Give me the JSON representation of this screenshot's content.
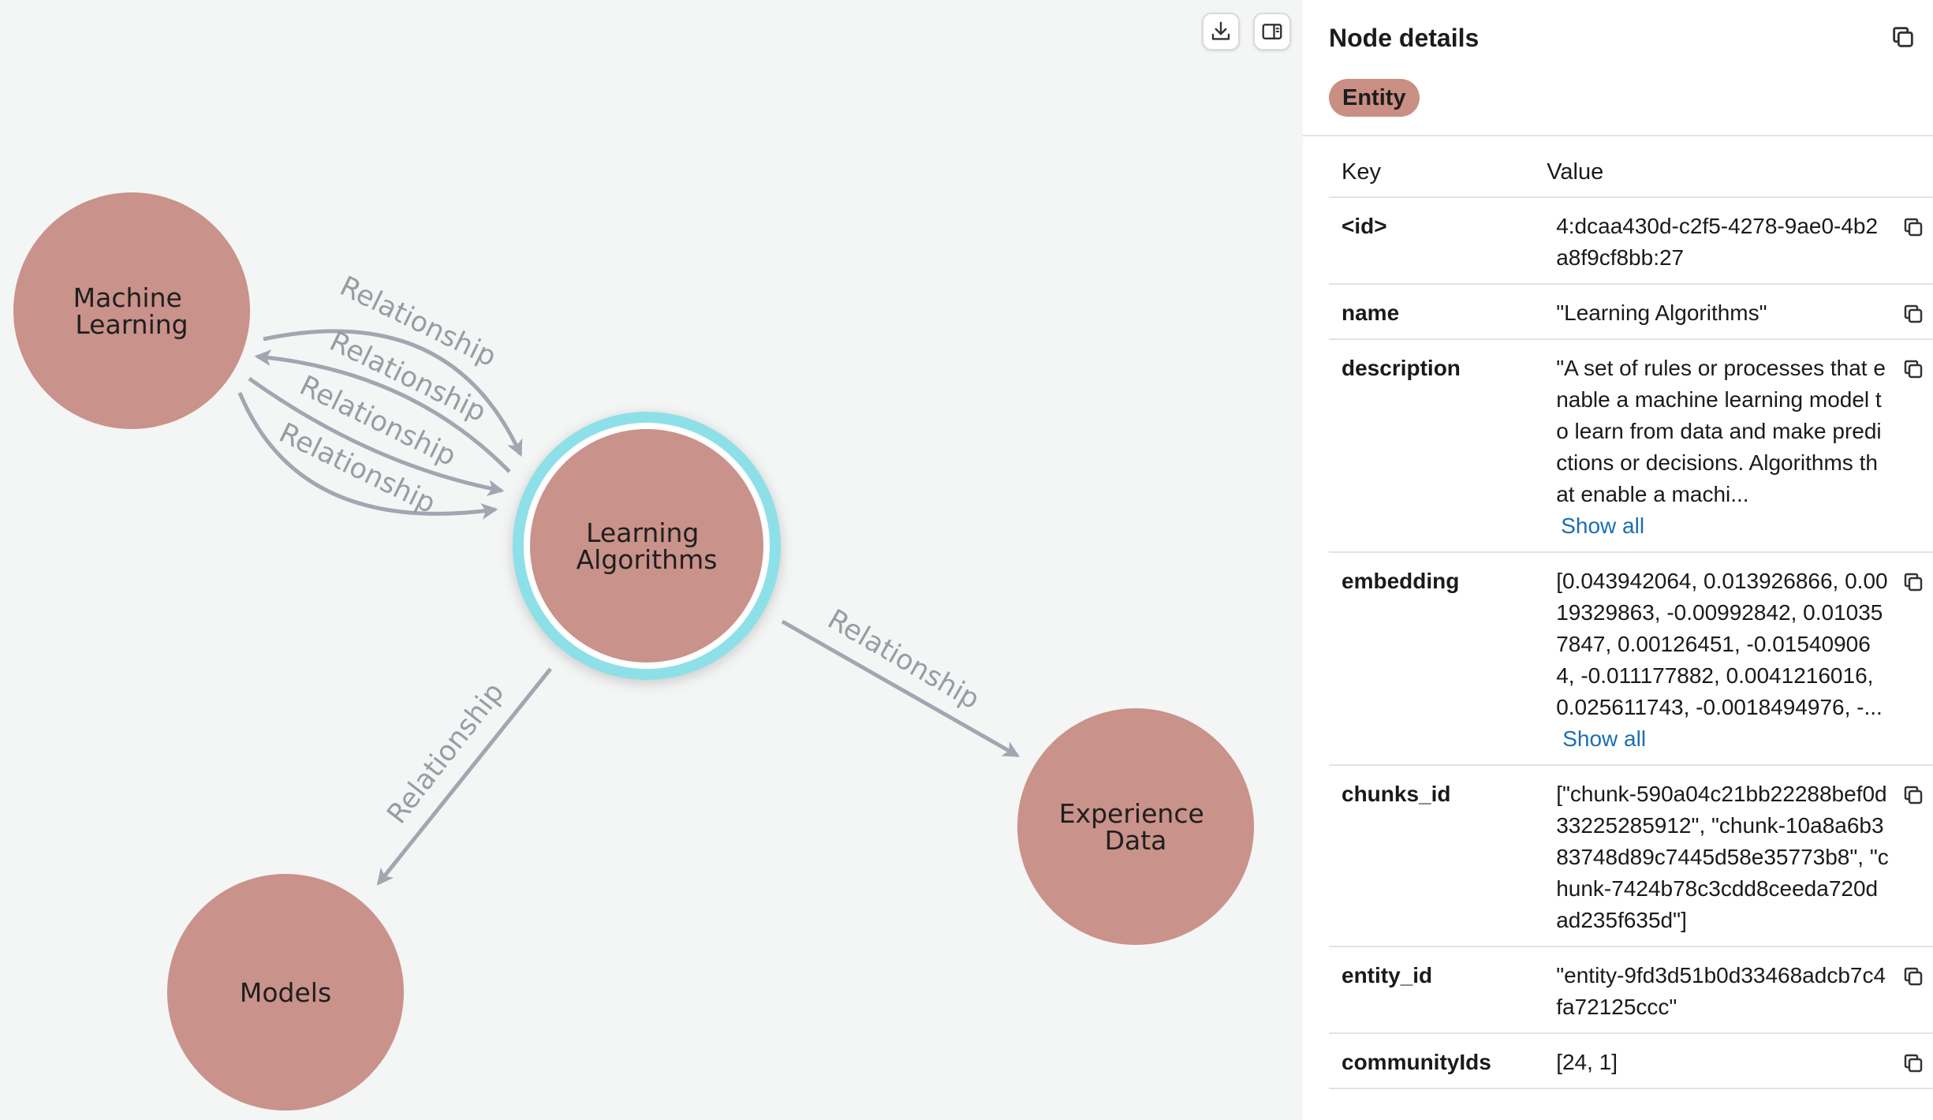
{
  "graph": {
    "nodes": [
      {
        "id": "ml",
        "lines": [
          "Machine",
          "Learning"
        ],
        "color": "#c9928a",
        "selected": false
      },
      {
        "id": "la",
        "lines": [
          "Learning",
          "Algorithms"
        ],
        "color": "#c9928a",
        "selected": true
      },
      {
        "id": "models",
        "lines": [
          "Models"
        ],
        "color": "#c9928a",
        "selected": false
      },
      {
        "id": "exp",
        "lines": [
          "Experience",
          "Data"
        ],
        "color": "#c9928a",
        "selected": false
      }
    ],
    "edge_label": "Relationship",
    "selection_ring_color": "#8ee0e8",
    "edge_color": "#a3a6b0"
  },
  "toolbar": {
    "download_icon": "download-icon",
    "panel_toggle_icon": "sidebar-toggle-icon"
  },
  "panel": {
    "title": "Node details",
    "badge": "Entity",
    "badge_color": "#c98f84",
    "columns": {
      "key": "Key",
      "value": "Value"
    },
    "show_all_label": "Show all",
    "rows": [
      {
        "key": "<id>",
        "value": "4:dcaa430d-c2f5-4278-9ae0-4b2a8f9cf8bb:27",
        "truncated": false
      },
      {
        "key": "name",
        "value": "\"Learning Algorithms\"",
        "truncated": false
      },
      {
        "key": "description",
        "value": "\"A set of rules or processes that enable a machine learning model to learn from data and make predictions or decisions. Algorithms that enable a machi...",
        "truncated": true,
        "block_show_all": true
      },
      {
        "key": "embedding",
        "value": "[0.043942064, 0.013926866, 0.0019329863, -0.00992842, 0.010357847, 0.00126451, -0.015409064, -0.011177882, 0.0041216016, 0.025611743, -0.0018494976, -...",
        "truncated": true,
        "block_show_all": false
      },
      {
        "key": "chunks_id",
        "value": "[\"chunk-590a04c21bb22288bef0d33225285912\", \"chunk-10a8a6b383748d89c7445d58e35773b8\", \"chunk-7424b78c3cdd8ceeda720dad235f635d\"]",
        "truncated": false
      },
      {
        "key": "entity_id",
        "value": "\"entity-9fd3d51b0d33468adcb7c4fa72125ccc\"",
        "truncated": false
      },
      {
        "key": "communityIds",
        "value": "[24, 1]",
        "truncated": false
      }
    ]
  }
}
